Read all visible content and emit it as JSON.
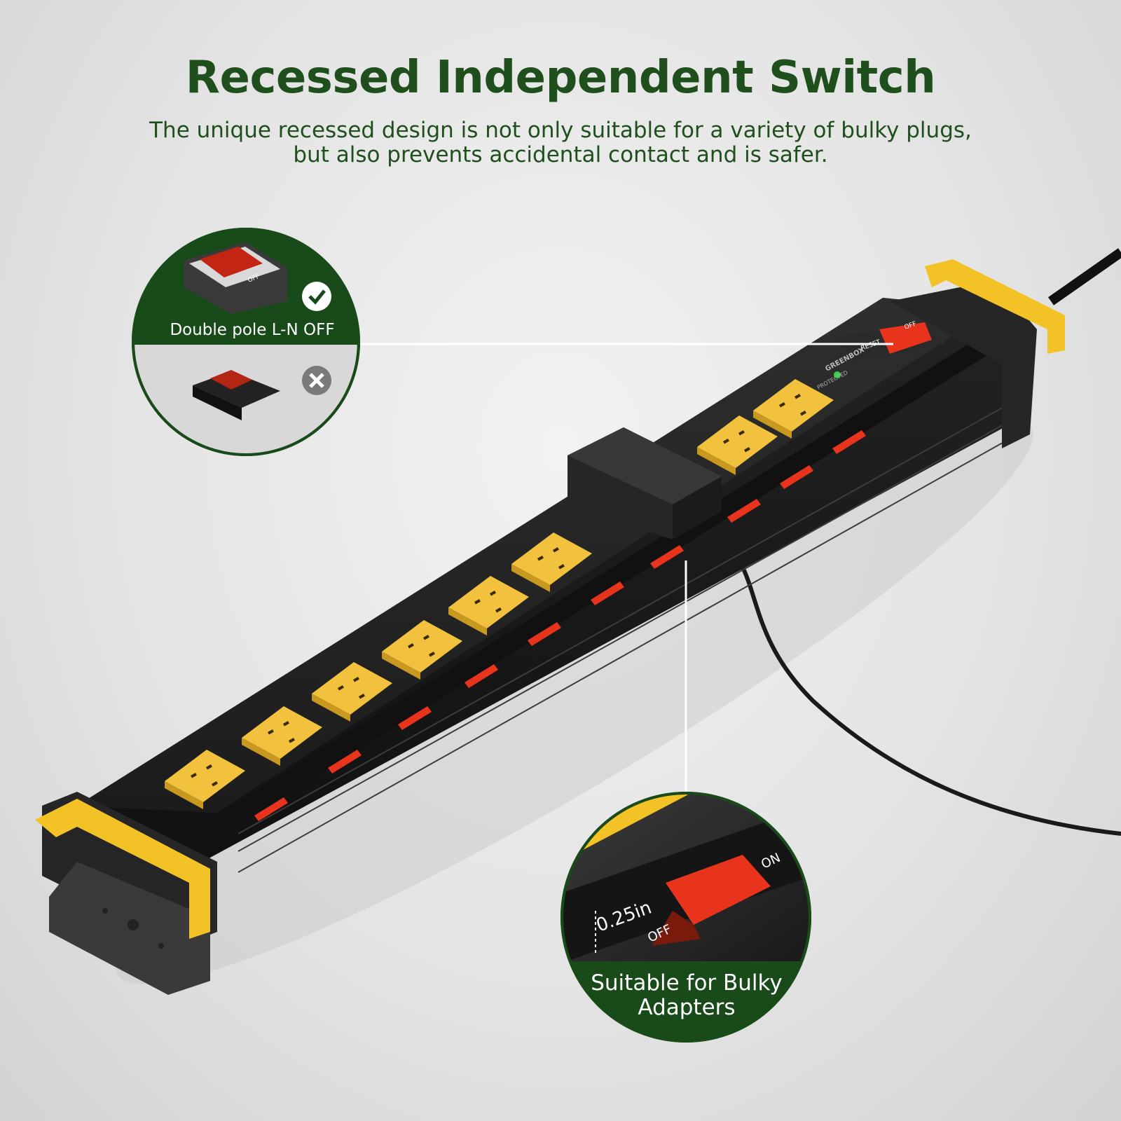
{
  "header": {
    "title": "Recessed Independent Switch",
    "subtitle_line1": "The unique recessed design is not only suitable for a variety of bulky plugs,",
    "subtitle_line2": "but also prevents accidental contact and is safer."
  },
  "callout_switch": {
    "label": "Double pole L-N OFF",
    "good_icon": "checkmark-icon",
    "bad_icon": "cross-icon",
    "rocker_off_text": "OFF"
  },
  "callout_bulky": {
    "label_line1": "Suitable for Bulky",
    "label_line2": "Adapters",
    "depth_text": "0.25in",
    "on_text": "ON",
    "off_text": "OFF"
  },
  "product": {
    "main_switch_off": "OFF",
    "main_switch_reset": "RESET",
    "brand": "GREENBOX",
    "protected_text": "PROTECTED",
    "outlet_switch_on": "ON",
    "outlet_switch_off": "OFF"
  },
  "colors": {
    "brand_green": "#1f4f1c",
    "callout_bg": "#184a1a",
    "outlet_yellow": "#f2c23f",
    "body_black": "#1e1e1e",
    "switch_red": "#e8341d"
  }
}
